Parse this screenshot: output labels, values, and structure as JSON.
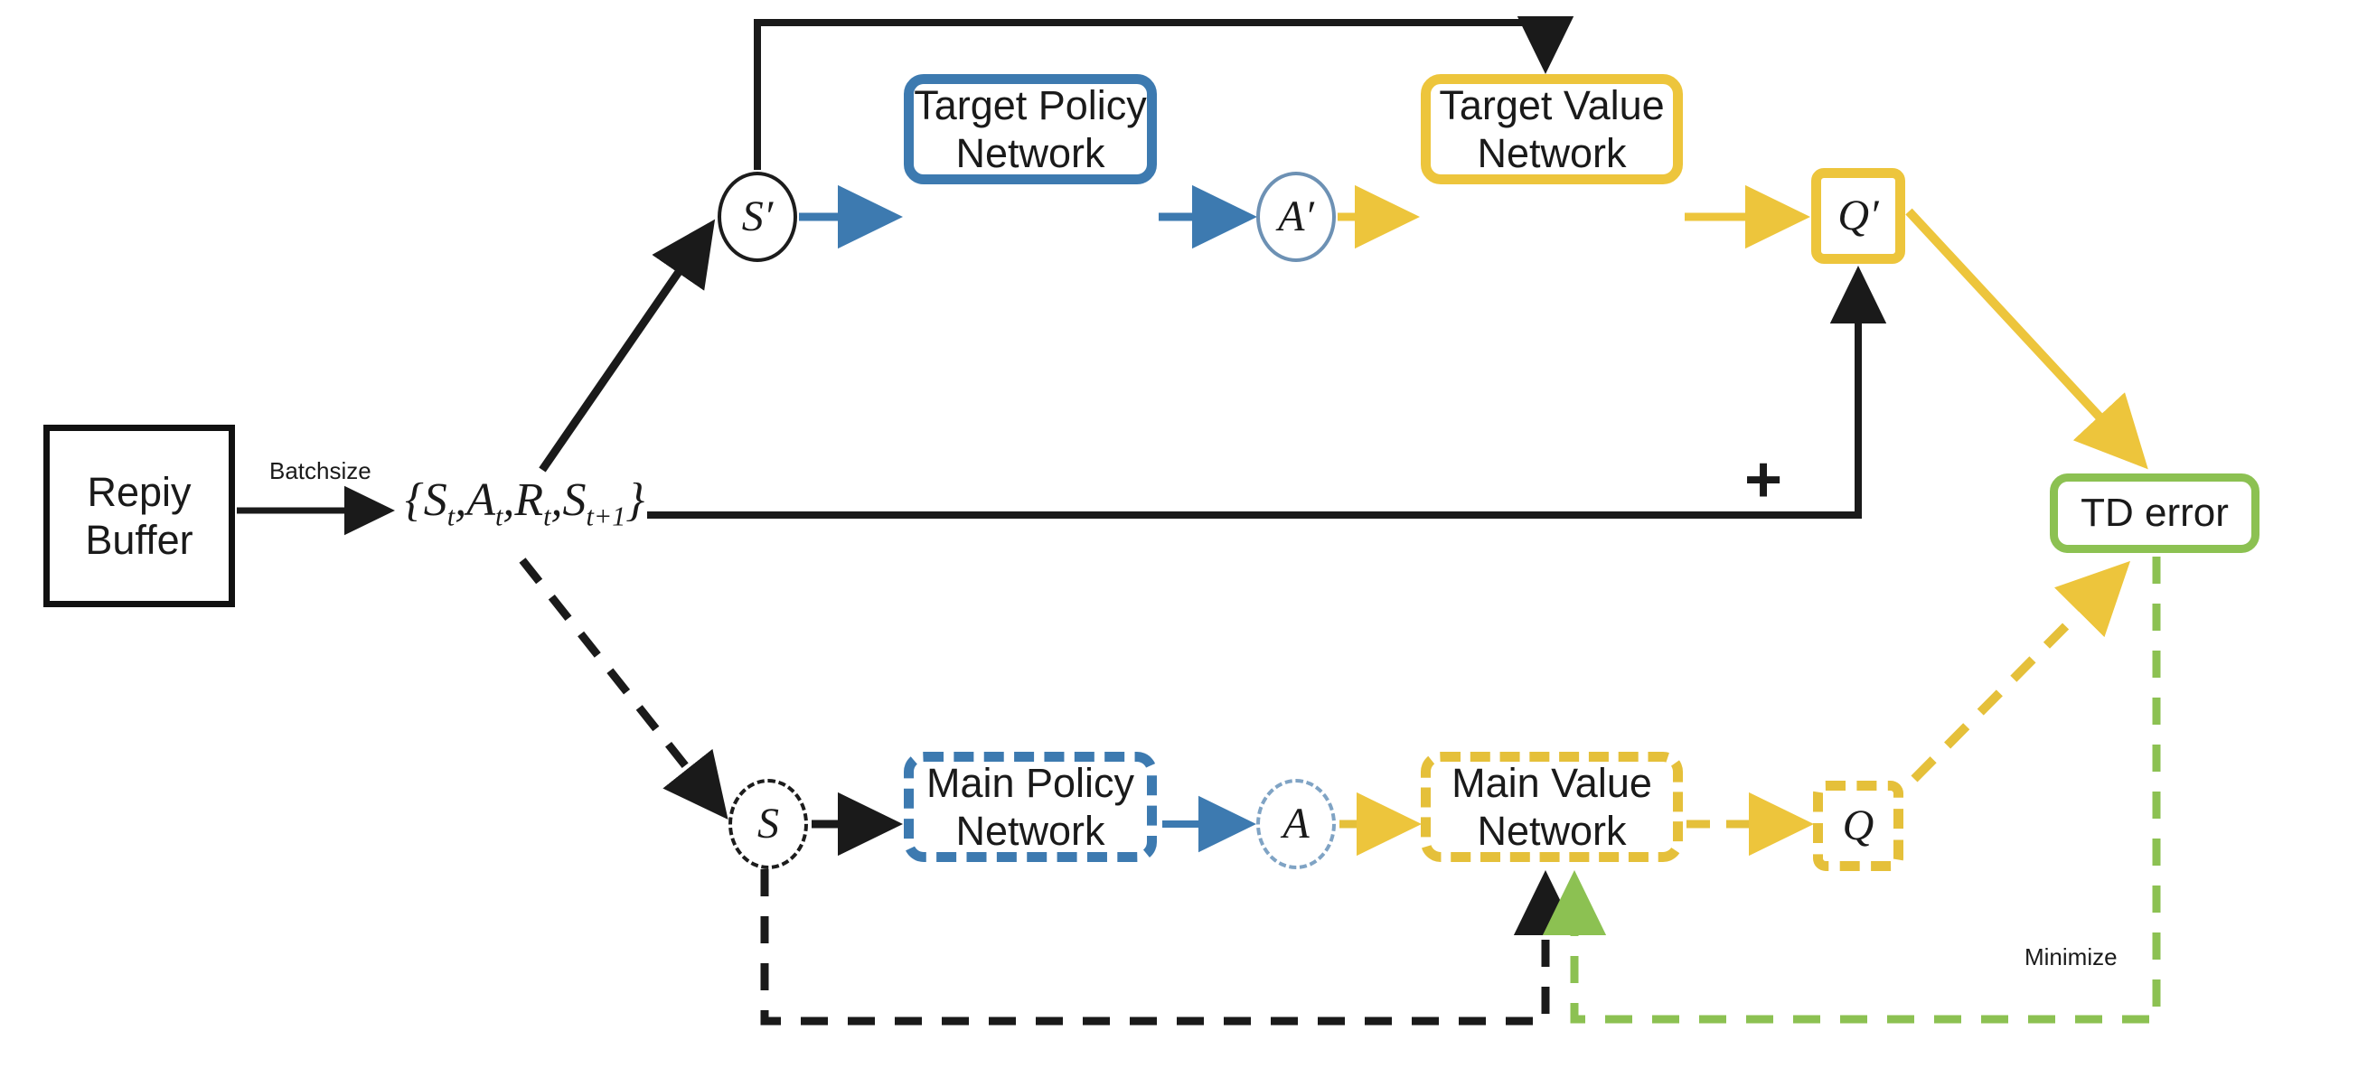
{
  "diagram": {
    "title": "Actor-Critic Target/Main Network TD-Error Training Diagram",
    "colors": {
      "black": "#1a1a1a",
      "blue": "#3d7ab0",
      "gold": "#edc53c",
      "green": "#8cc152",
      "background": "#ffffff"
    }
  },
  "nodes": {
    "replay_buffer": {
      "label": "Repiy\nBuffer"
    },
    "transition_tuple": {
      "open_brace": "{",
      "close_brace": "}",
      "items": [
        "S",
        "A",
        "R",
        "S"
      ],
      "subs": [
        "t",
        "t",
        "t",
        "t+1"
      ],
      "separator": ","
    },
    "state_next": {
      "label": "S′"
    },
    "action_next": {
      "label": "A′"
    },
    "state_main": {
      "label": "S"
    },
    "action_main": {
      "label": "A"
    },
    "target_policy_network": {
      "label": "Target Policy\nNetwork"
    },
    "target_value_network": {
      "label": "Target Value\nNetwork"
    },
    "main_policy_network": {
      "label": "Main Policy\nNetwork"
    },
    "main_value_network": {
      "label": "Main Value\nNetwork"
    },
    "q_target": {
      "label": "Q′"
    },
    "q_main": {
      "label": "Q"
    },
    "td_error": {
      "label": "TD error"
    }
  },
  "edge_labels": {
    "batchsize": "Batchsize",
    "plus": "+",
    "minimize": "Minimize"
  }
}
